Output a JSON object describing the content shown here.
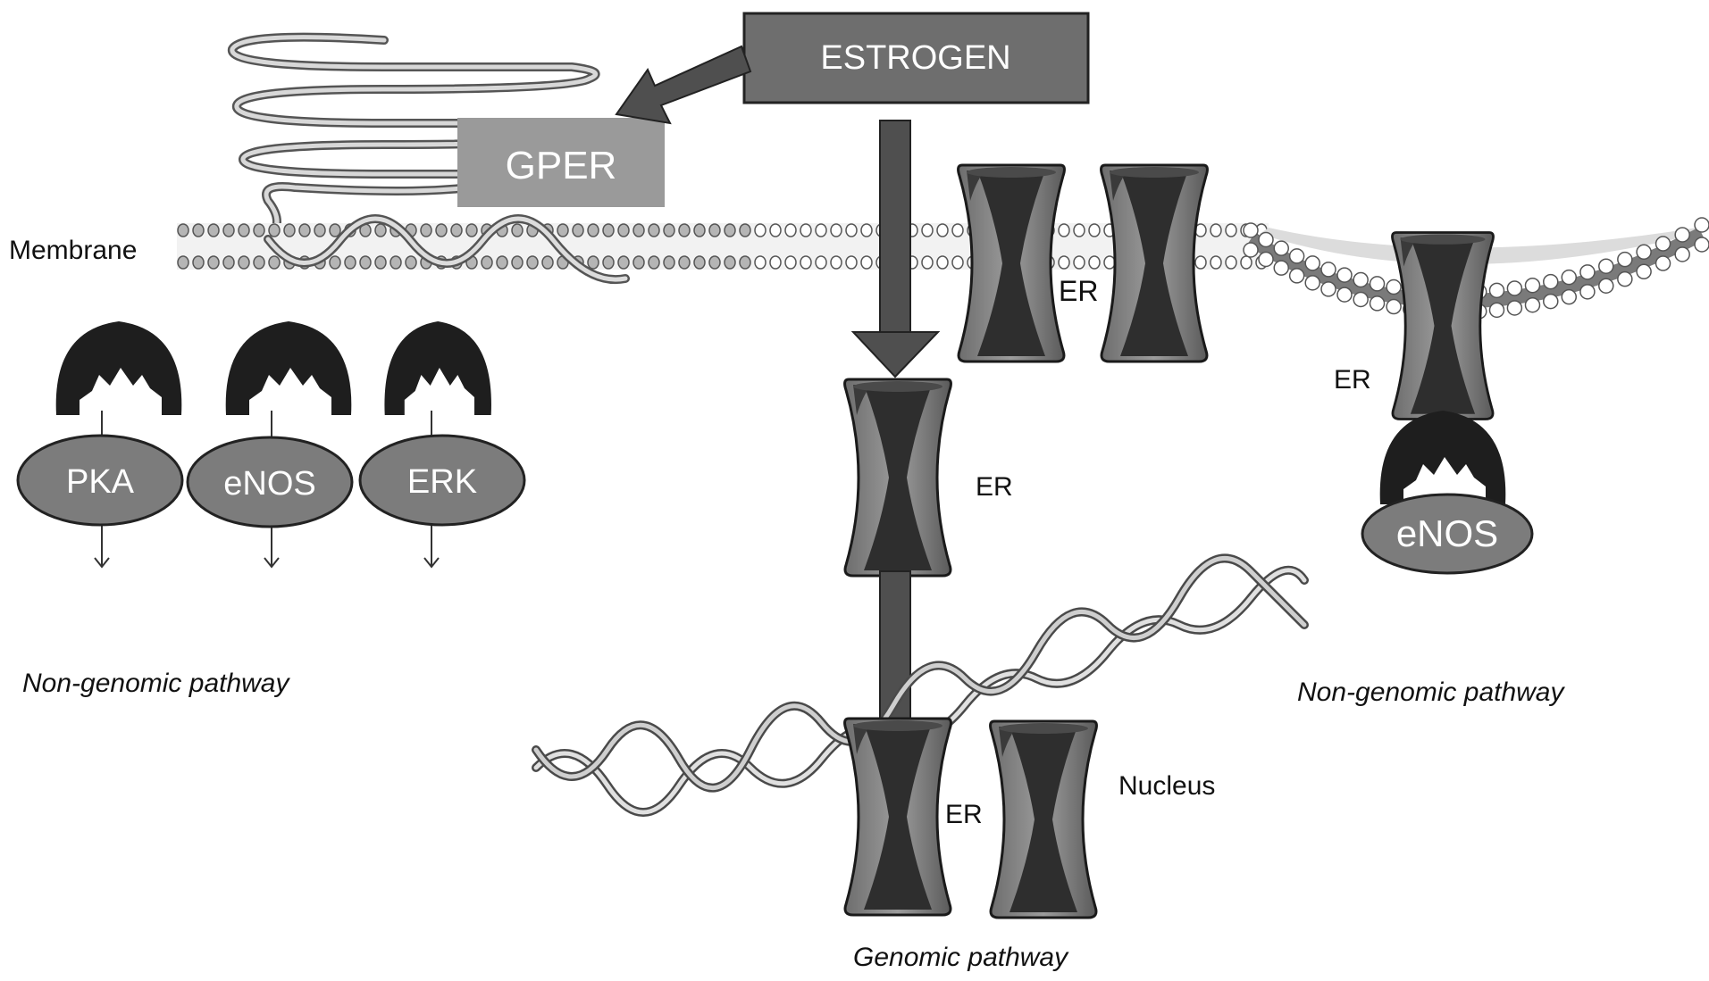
{
  "labels": {
    "estrogen": "ESTROGEN",
    "gper": "GPER",
    "membrane": "Membrane",
    "kinases": [
      "PKA",
      "eNOS",
      "ERK"
    ],
    "er": "ER",
    "enos_right": "eNOS",
    "nucleus": "Nucleus",
    "nongenomic": "Non-genomic pathway",
    "genomic": "Genomic pathway"
  },
  "colors": {
    "estrogen_box": "#6e6e6e",
    "gper_box": "#9a9a9a",
    "arrow": "#4f4f4f",
    "receptor_dark": "#2b2b2b",
    "receptor_mid": "#7a7a7a",
    "kinase_oval": "#7c7c7c",
    "kinase_cap": "#1e1e1e"
  }
}
